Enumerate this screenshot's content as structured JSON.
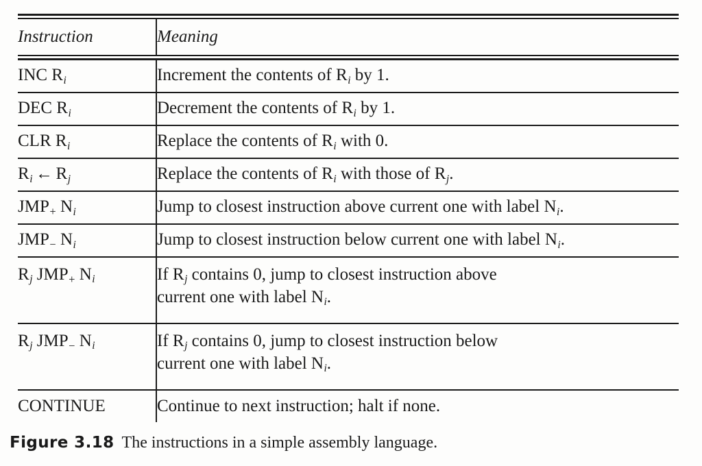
{
  "figure": {
    "caption_label": "Figure 3.18",
    "caption_text": "The instructions in a simple assembly language."
  },
  "table": {
    "headers": {
      "instruction": "Instruction",
      "meaning": "Meaning"
    },
    "rows": [
      {
        "instruction_plain": "INC R_i",
        "instruction_parts": [
          {
            "text": "INC R",
            "style": "upright"
          },
          {
            "text": "i",
            "style": "subscript-italic"
          }
        ],
        "meaning_plain": "Increment the contents of R_i by 1.",
        "meaning_lines": [
          [
            {
              "text": "Increment the contents of R",
              "style": "upright"
            },
            {
              "text": "i",
              "style": "subscript-italic"
            },
            {
              "text": " by 1.",
              "style": "upright"
            }
          ]
        ]
      },
      {
        "instruction_plain": "DEC R_i",
        "instruction_parts": [
          {
            "text": "DEC R",
            "style": "upright"
          },
          {
            "text": "i",
            "style": "subscript-italic"
          }
        ],
        "meaning_plain": "Decrement the contents of R_i by 1.",
        "meaning_lines": [
          [
            {
              "text": "Decrement the contents of R",
              "style": "upright"
            },
            {
              "text": "i",
              "style": "subscript-italic"
            },
            {
              "text": " by 1.",
              "style": "upright"
            }
          ]
        ]
      },
      {
        "instruction_plain": "CLR R_i",
        "instruction_parts": [
          {
            "text": "CLR R",
            "style": "upright"
          },
          {
            "text": "i",
            "style": "subscript-italic"
          }
        ],
        "meaning_plain": "Replace the contents of R_i with 0.",
        "meaning_lines": [
          [
            {
              "text": "Replace the contents of R",
              "style": "upright"
            },
            {
              "text": "i",
              "style": "subscript-italic"
            },
            {
              "text": " with 0.",
              "style": "upright"
            }
          ]
        ]
      },
      {
        "instruction_plain": "R_i ← R_j",
        "instruction_parts": [
          {
            "text": "R",
            "style": "upright"
          },
          {
            "text": "i",
            "style": "subscript-italic"
          },
          {
            "text": "←",
            "style": "arrow"
          },
          {
            "text": "R",
            "style": "upright"
          },
          {
            "text": "j",
            "style": "subscript-italic"
          }
        ],
        "meaning_plain": "Replace the contents of R_i with those of R_j.",
        "meaning_lines": [
          [
            {
              "text": "Replace the contents of R",
              "style": "upright"
            },
            {
              "text": "i",
              "style": "subscript-italic"
            },
            {
              "text": " with those of R",
              "style": "upright"
            },
            {
              "text": "j",
              "style": "subscript-italic"
            },
            {
              "text": ".",
              "style": "upright"
            }
          ]
        ]
      },
      {
        "instruction_plain": "JMP+ N_i",
        "instruction_parts": [
          {
            "text": "JMP",
            "style": "upright"
          },
          {
            "text": "+",
            "style": "subscript-sign"
          },
          {
            "text": " N",
            "style": "upright"
          },
          {
            "text": "i",
            "style": "subscript-italic"
          }
        ],
        "meaning_plain": "Jump to closest instruction above current one with label N_i.",
        "meaning_lines": [
          [
            {
              "text": "Jump to closest instruction above current one with label N",
              "style": "upright"
            },
            {
              "text": "i",
              "style": "subscript-italic"
            },
            {
              "text": ".",
              "style": "upright"
            }
          ]
        ]
      },
      {
        "instruction_plain": "JMP− N_i",
        "instruction_parts": [
          {
            "text": "JMP",
            "style": "upright"
          },
          {
            "text": "−",
            "style": "subscript-sign"
          },
          {
            "text": " N",
            "style": "upright"
          },
          {
            "text": "i",
            "style": "subscript-italic"
          }
        ],
        "meaning_plain": "Jump to closest instruction below current one with label N_i.",
        "meaning_lines": [
          [
            {
              "text": "Jump to closest instruction below current one with label N",
              "style": "upright"
            },
            {
              "text": "i",
              "style": "subscript-italic"
            },
            {
              "text": ".",
              "style": "upright"
            }
          ]
        ]
      },
      {
        "instruction_plain": "R_j JMP+ N_i",
        "instruction_parts": [
          {
            "text": "R",
            "style": "upright"
          },
          {
            "text": "j",
            "style": "subscript-italic"
          },
          {
            "text": " JMP",
            "style": "upright"
          },
          {
            "text": "+",
            "style": "subscript-sign"
          },
          {
            "text": " N",
            "style": "upright"
          },
          {
            "text": "i",
            "style": "subscript-italic"
          }
        ],
        "meaning_plain": "If R_j contains 0, jump to closest instruction above current one with label N_i.",
        "meaning_lines": [
          [
            {
              "text": "If R",
              "style": "upright"
            },
            {
              "text": "j",
              "style": "subscript-italic"
            },
            {
              "text": " contains 0, jump to closest instruction above",
              "style": "upright"
            }
          ],
          [
            {
              "text": "current one with label N",
              "style": "upright"
            },
            {
              "text": "i",
              "style": "subscript-italic"
            },
            {
              "text": ".",
              "style": "upright"
            }
          ]
        ]
      },
      {
        "instruction_plain": "R_j JMP− N_i",
        "instruction_parts": [
          {
            "text": "R",
            "style": "upright"
          },
          {
            "text": "j",
            "style": "subscript-italic"
          },
          {
            "text": " JMP",
            "style": "upright"
          },
          {
            "text": "−",
            "style": "subscript-sign"
          },
          {
            "text": " N",
            "style": "upright"
          },
          {
            "text": "i",
            "style": "subscript-italic"
          }
        ],
        "meaning_plain": "If R_j contains 0, jump to closest instruction below current one with label N_i.",
        "meaning_lines": [
          [
            {
              "text": "If R",
              "style": "upright"
            },
            {
              "text": "j",
              "style": "subscript-italic"
            },
            {
              "text": " contains 0, jump to closest instruction below",
              "style": "upright"
            }
          ],
          [
            {
              "text": "current one with label N",
              "style": "upright"
            },
            {
              "text": "i",
              "style": "subscript-italic"
            },
            {
              "text": ".",
              "style": "upright"
            }
          ]
        ]
      },
      {
        "instruction_plain": "CONTINUE",
        "instruction_parts": [
          {
            "text": "CONTINUE",
            "style": "upright"
          }
        ],
        "meaning_plain": "Continue to next instruction; halt if none.",
        "meaning_lines": [
          [
            {
              "text": "Continue to next instruction; halt if none.",
              "style": "upright"
            }
          ]
        ]
      }
    ]
  },
  "colors": {
    "ink": "#1a1a1a",
    "paper": "#fdfdfc"
  }
}
